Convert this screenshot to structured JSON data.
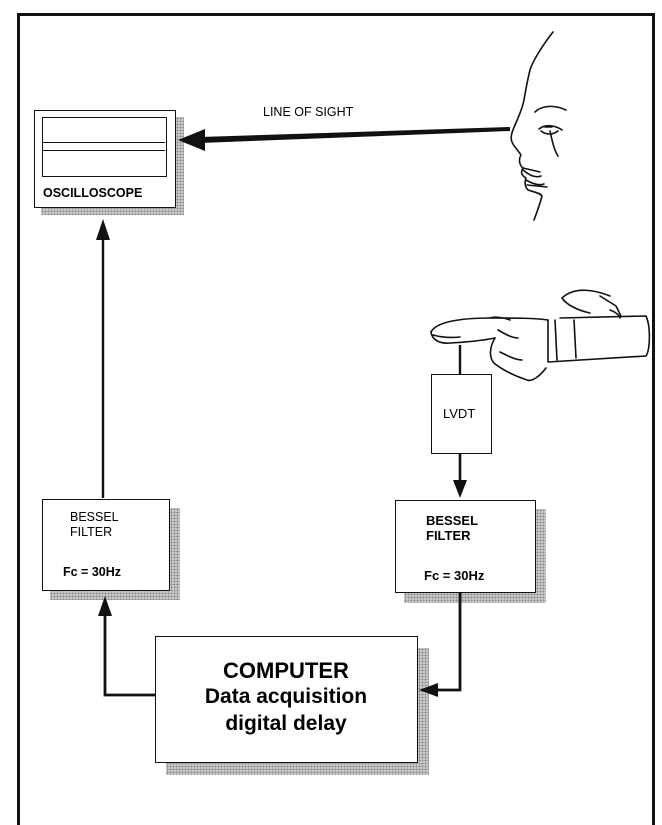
{
  "oscilloscope": {
    "label": "OSCILLOSCOPE"
  },
  "line_of_sight": {
    "label": "LINE OF SIGHT"
  },
  "lvdt": {
    "label": "LVDT"
  },
  "bessel_left": {
    "line1": "BESSEL",
    "line2": "FILTER",
    "cutoff": "Fc = 30Hz"
  },
  "bessel_right": {
    "line1": "BESSEL",
    "line2": "FILTER",
    "cutoff": "Fc = 30Hz"
  },
  "computer": {
    "title": "COMPUTER",
    "line2": "Data acquisition",
    "line3": "digital delay"
  }
}
